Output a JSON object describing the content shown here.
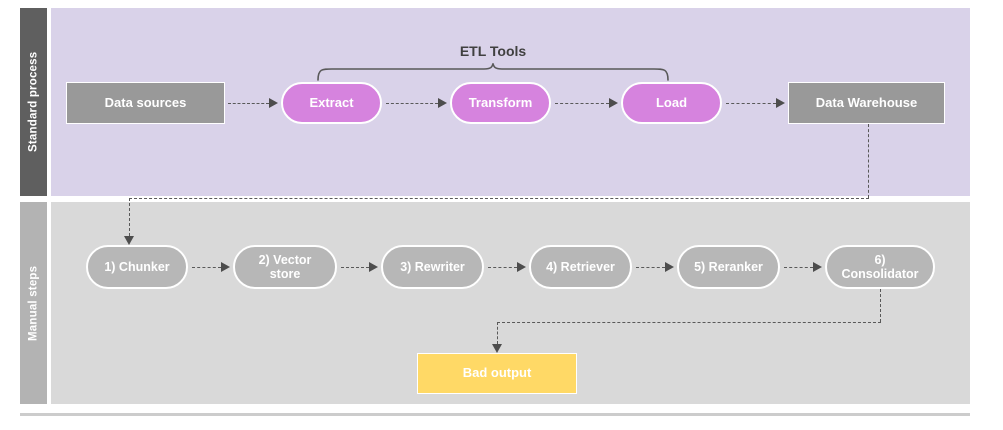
{
  "theme": {
    "band_standard_bg": "#d9d2e9",
    "band_manual_bg": "#d9d9d9",
    "lane_standard_bg": "#5f5f5f",
    "lane_manual_bg": "#b3b3b3",
    "node_gray": "#999999",
    "node_magenta": "#d683de",
    "node_softgray": "#b7b7b7",
    "node_yellow": "#ffd966",
    "connector": "#595959",
    "text_on_node": "#ffffff",
    "label_text": "#404040"
  },
  "lanes": [
    {
      "id": "standard",
      "label": "Standard process"
    },
    {
      "id": "manual",
      "label": "Manual steps"
    }
  ],
  "standard_process": {
    "annotation": {
      "label": "ETL Tools",
      "spans": [
        "Extract",
        "Transform",
        "Load"
      ]
    },
    "nodes": [
      {
        "id": "data-sources",
        "label": "Data sources",
        "shape": "rect",
        "color": "gray"
      },
      {
        "id": "extract",
        "label": "Extract",
        "shape": "pill",
        "color": "magenta"
      },
      {
        "id": "transform",
        "label": "Transform",
        "shape": "pill",
        "color": "magenta"
      },
      {
        "id": "load",
        "label": "Load",
        "shape": "pill",
        "color": "magenta"
      },
      {
        "id": "data-warehouse",
        "label": "Data Warehouse",
        "shape": "rect",
        "color": "gray"
      }
    ]
  },
  "manual_steps": {
    "nodes": [
      {
        "id": "chunker",
        "label": "1) Chunker",
        "shape": "pill",
        "color": "softgray"
      },
      {
        "id": "vector-store",
        "label": "2) Vector\nstore",
        "shape": "pill",
        "color": "softgray"
      },
      {
        "id": "rewriter",
        "label": "3) Rewriter",
        "shape": "pill",
        "color": "softgray"
      },
      {
        "id": "retriever",
        "label": "4) Retriever",
        "shape": "pill",
        "color": "softgray"
      },
      {
        "id": "reranker",
        "label": "5) Reranker",
        "shape": "pill",
        "color": "softgray"
      },
      {
        "id": "consolidator",
        "label": "6)\nConsolidator",
        "shape": "pill",
        "color": "softgray"
      }
    ],
    "outcome": {
      "id": "bad-output",
      "label": "Bad output",
      "shape": "rect",
      "color": "yellow"
    }
  },
  "flows": [
    {
      "from": "data-sources",
      "to": "extract",
      "style": "dashed"
    },
    {
      "from": "extract",
      "to": "transform",
      "style": "dashed"
    },
    {
      "from": "transform",
      "to": "load",
      "style": "dashed"
    },
    {
      "from": "load",
      "to": "data-warehouse",
      "style": "dashed"
    },
    {
      "from": "data-warehouse",
      "to": "chunker",
      "style": "dashed"
    },
    {
      "from": "chunker",
      "to": "vector-store",
      "style": "dashed"
    },
    {
      "from": "vector-store",
      "to": "rewriter",
      "style": "dashed"
    },
    {
      "from": "rewriter",
      "to": "retriever",
      "style": "dashed"
    },
    {
      "from": "retriever",
      "to": "reranker",
      "style": "dashed"
    },
    {
      "from": "reranker",
      "to": "consolidator",
      "style": "dashed"
    },
    {
      "from": "consolidator",
      "to": "bad-output",
      "style": "dashed"
    }
  ]
}
